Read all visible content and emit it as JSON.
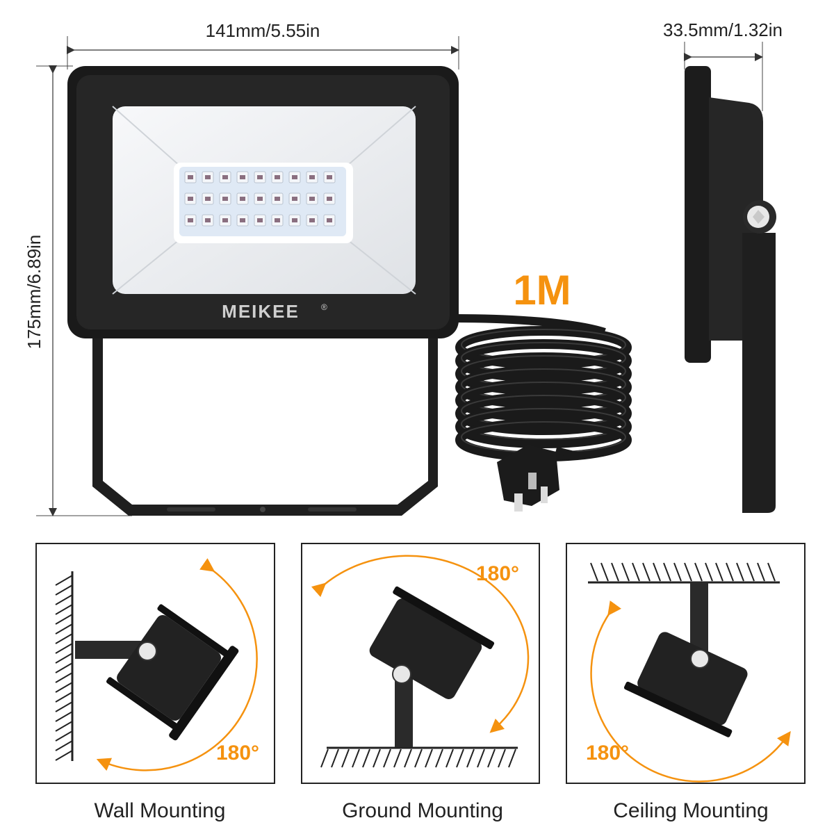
{
  "dimensions": {
    "width_label": "141mm/5.55in",
    "height_label": "175mm/6.89in",
    "depth_label": "33.5mm/1.32in"
  },
  "product": {
    "brand": "MEIKEE",
    "brand_mark": "®",
    "cable_length": "1M"
  },
  "mounting": {
    "panels": [
      {
        "caption": "Wall Mounting",
        "angle": "180°"
      },
      {
        "caption": "Ground Mounting",
        "angle": "180°"
      },
      {
        "caption": "Ceiling Mounting",
        "angle": "180°"
      }
    ]
  },
  "colors": {
    "accent": "#f5920f",
    "body": "#1c1c1c",
    "lens": "#eceff1"
  }
}
